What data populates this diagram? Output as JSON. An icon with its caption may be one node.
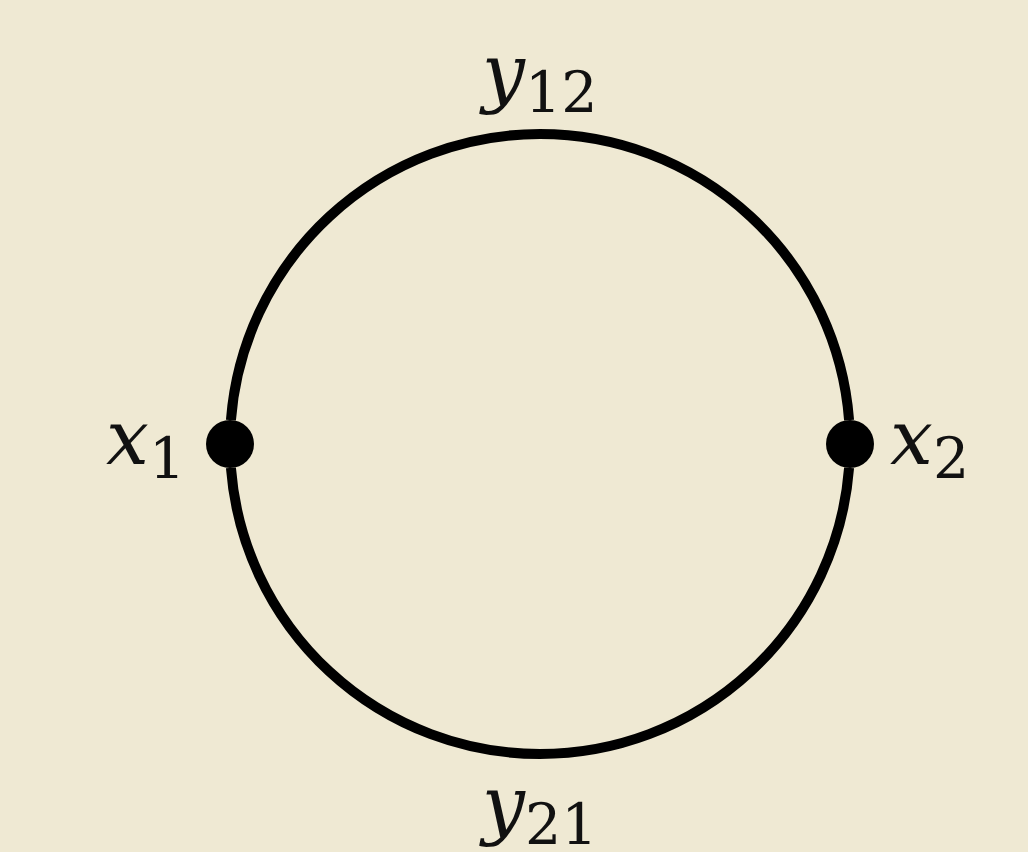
{
  "diagram": {
    "nodes": [
      {
        "text": [],
        "shape": "circle",
        "beside": [
          "x$_{1}$"
        ]
      },
      {
        "text": [],
        "shape": "circle",
        "beside": [
          "x$_{2}$"
        ]
      }
    ],
    "edges": [
      {
        "from": 0,
        "to": 1,
        "arrow": "none",
        "label": "y$_{12}$"
      },
      {
        "from": 1,
        "to": 0,
        "arrow": "none",
        "label": "y$_{21}$"
      }
    ]
  }
}
